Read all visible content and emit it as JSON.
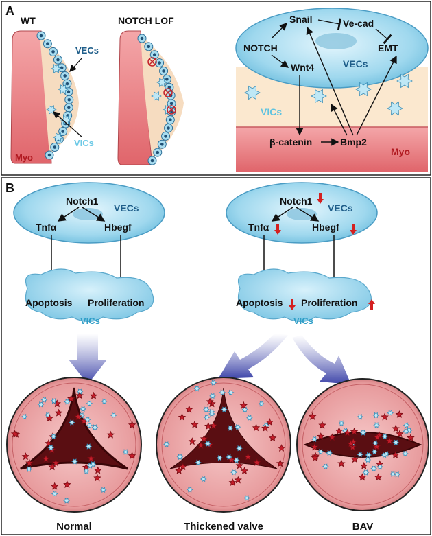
{
  "panelA": {
    "letter": "A",
    "wt_label": "WT",
    "lof_label": "NOTCH LOF",
    "vecs_label": "VECs",
    "vics_label": "VICs",
    "myo_label": "Myo",
    "pathway": {
      "notch": "NOTCH",
      "snail": "Snail",
      "vecad": "Ve-cad",
      "emt": "EMT",
      "wnt4": "Wnt4",
      "vecs": "VECs",
      "vics": "VICs",
      "bcatenin": "β-catenin",
      "bmp2": "Bmp2",
      "myo": "Myo"
    }
  },
  "panelB": {
    "letter": "B",
    "left": {
      "notch1": "Notch1",
      "vecs": "VECs",
      "tnfa": "Tnfα",
      "hbegf": "Hbegf",
      "apoptosis": "Apoptosis",
      "proliferation": "Proliferation",
      "vics": "VICs"
    },
    "right": {
      "notch1": "Notch1",
      "vecs": "VECs",
      "tnfa": "Tnfα",
      "hbegf": "Hbegf",
      "apoptosis": "Apoptosis",
      "proliferation": "Proliferation",
      "vics": "VICs"
    },
    "valves": {
      "normal": "Normal",
      "thickened": "Thickened valve",
      "bav": "BAV"
    }
  },
  "colors": {
    "vec_blue": "#8fd0ea",
    "vec_dark": "#1f5e8a",
    "vics_text": "#45b8d6",
    "myo": "#e57b80",
    "myo_text": "#b0181f",
    "down_arrow": "#d42020",
    "big_arrow": "#4f56b8"
  }
}
